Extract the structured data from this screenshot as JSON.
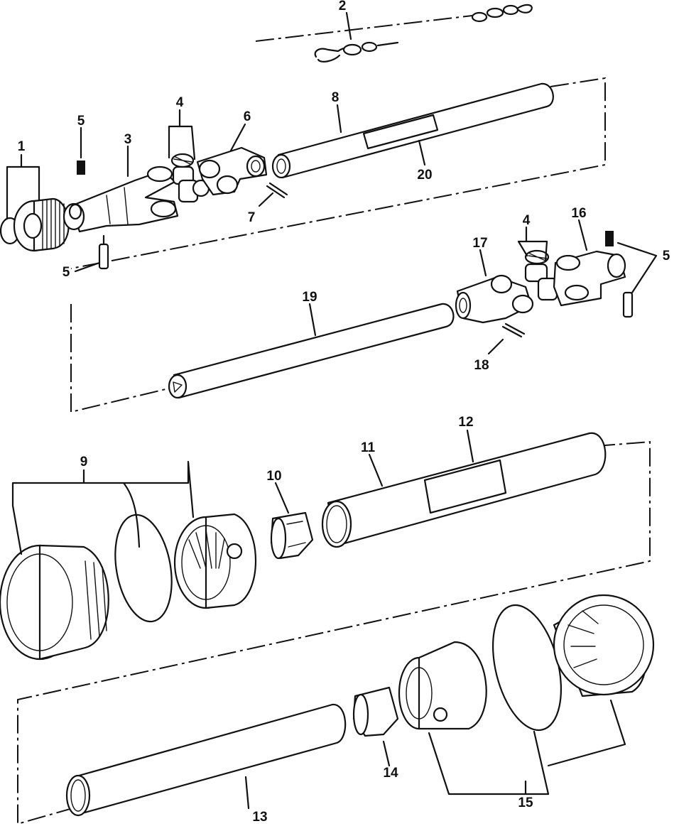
{
  "callouts": [
    {
      "label": "1"
    },
    {
      "label": "2"
    },
    {
      "label": "3"
    },
    {
      "label": "4"
    },
    {
      "label": "5"
    },
    {
      "label": "6"
    },
    {
      "label": "7"
    },
    {
      "label": "8"
    },
    {
      "label": "20"
    },
    {
      "label": "5"
    },
    {
      "label": "16"
    },
    {
      "label": "17"
    },
    {
      "label": "4"
    },
    {
      "label": "5"
    },
    {
      "label": "19"
    },
    {
      "label": "18"
    },
    {
      "label": "12"
    },
    {
      "label": "11"
    },
    {
      "label": "10"
    },
    {
      "label": "9"
    },
    {
      "label": "14"
    },
    {
      "label": "13"
    },
    {
      "label": "15"
    }
  ]
}
